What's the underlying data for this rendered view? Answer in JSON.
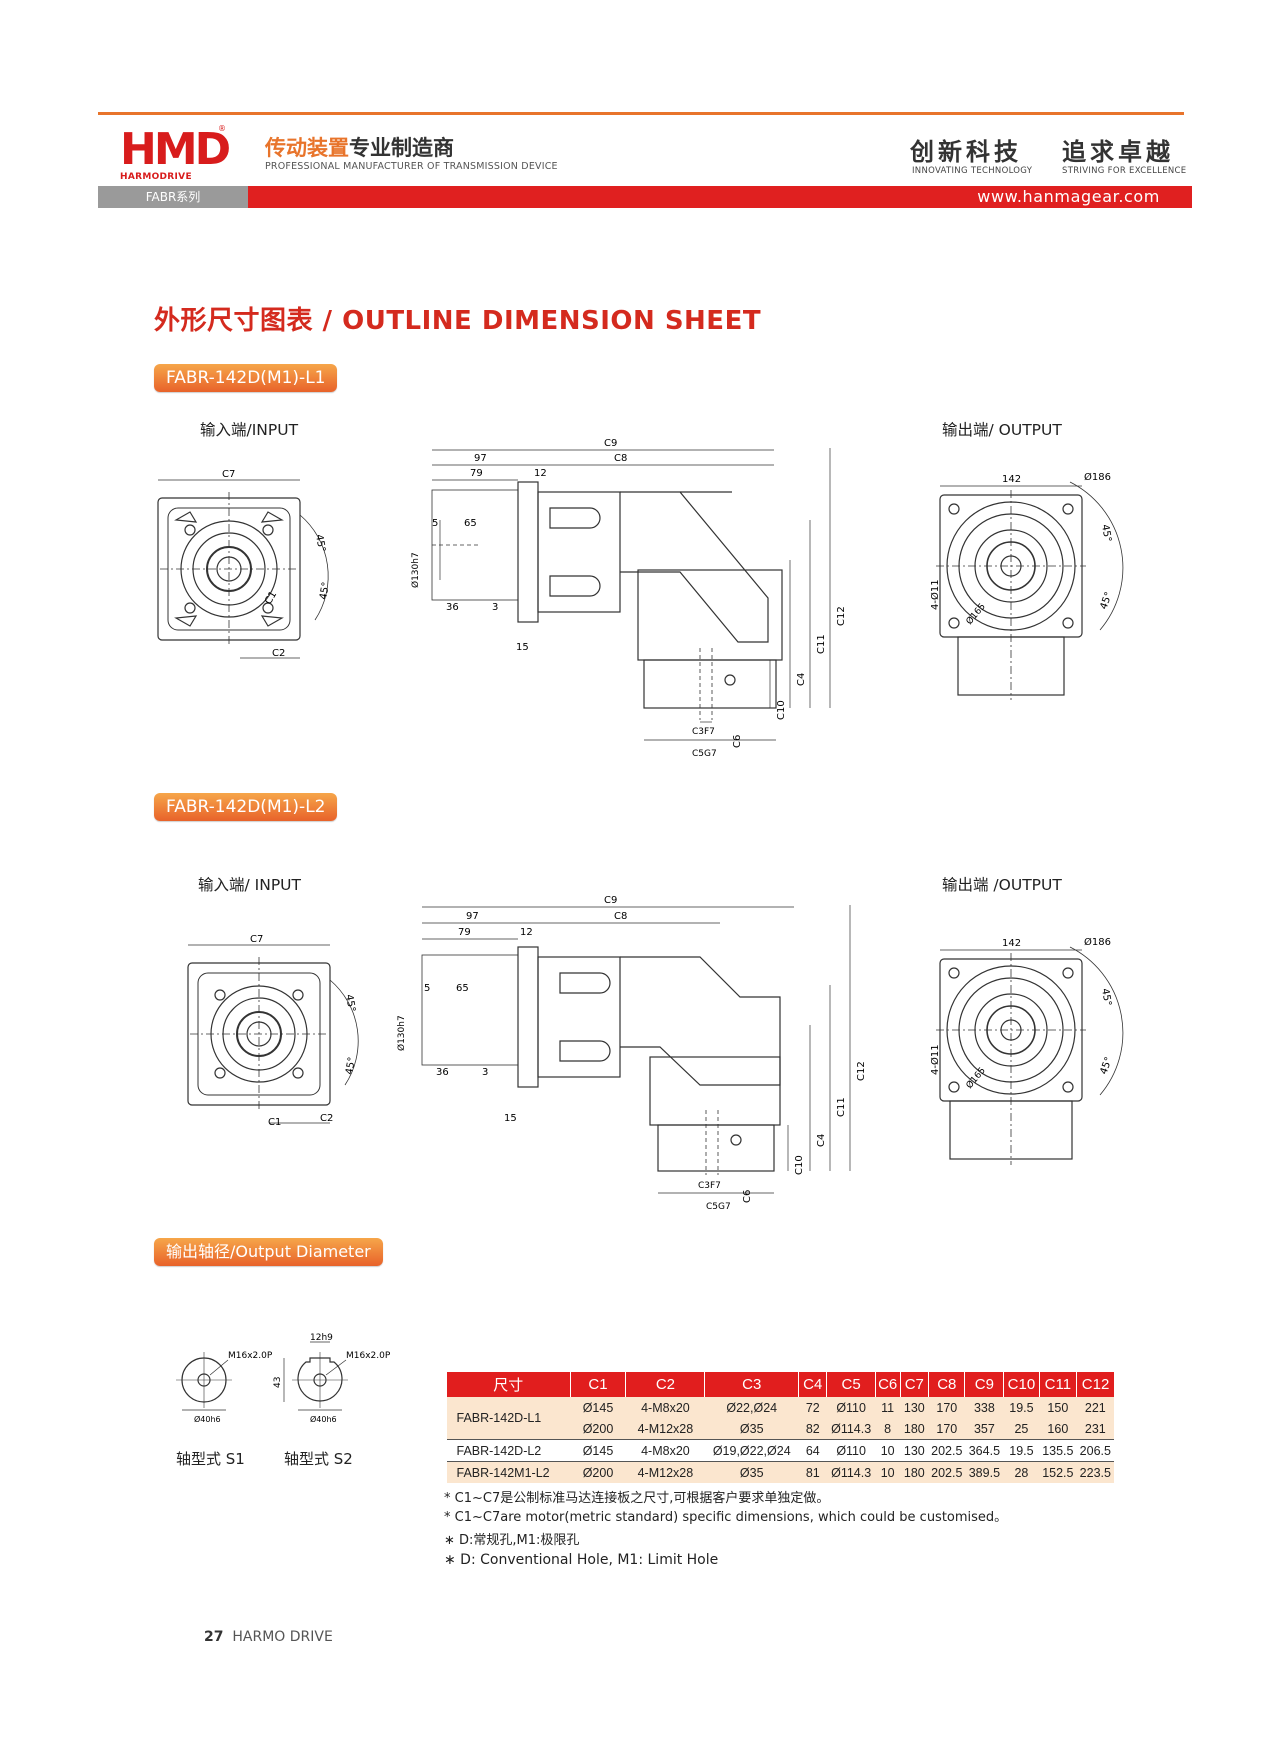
{
  "header": {
    "logo_text": "HMD",
    "logo_subtext": "HARMODRIVE",
    "logo_registered": "®",
    "tagline_cn_highlight": "传动装置",
    "tagline_cn_rest": "专业制造商",
    "tagline_en": "PROFESSIONAL MANUFACTURER OF TRANSMISSION DEVICE",
    "slogan1_cn": "创新科技",
    "slogan1_en": "INNOVATING TECHNOLOGY",
    "slogan2_cn": "追求卓越",
    "slogan2_en": "STRIVING FOR EXCELLENCE",
    "series": "FABR系列",
    "website": "www.hanmagear.com",
    "accent_orange": "#e8742b",
    "accent_red": "#e02020"
  },
  "section_title": "外形尺寸图表 / OUTLINE DIMENSION SHEET",
  "drawings": [
    {
      "model_label": "FABR-142D(M1)-L1",
      "input_label": "输入端/INPUT",
      "output_label": "输出端/ OUTPUT",
      "dims": {
        "c7": "C7",
        "c1": "C1",
        "c2": "C2",
        "angle": "45°",
        "c9": "C9",
        "d97": "97",
        "c8": "C8",
        "d79": "79",
        "d12": "12",
        "d5": "5",
        "d65": "65",
        "d130": "Ø130h7",
        "d36": "36",
        "d3": "3",
        "d15": "15",
        "c12": "C12",
        "c11": "C11",
        "c4": "C4",
        "c10": "C10",
        "c3": "C3F7",
        "c6": "C6",
        "c5": "C5G7",
        "d142": "142",
        "d186": "Ø186",
        "d4011": "4-Ø11",
        "d165": "Ø165"
      }
    },
    {
      "model_label": "FABR-142D(M1)-L2",
      "input_label": "输入端/ INPUT",
      "output_label": "输出端 /OUTPUT",
      "dims": {
        "c7": "C7",
        "c1": "C1",
        "c2": "C2",
        "angle": "45°",
        "c9": "C9",
        "d97": "97",
        "c8": "C8",
        "d79": "79",
        "d12": "12",
        "d5": "5",
        "d65": "65",
        "d130": "Ø130h7",
        "d36": "36",
        "d3": "3",
        "d15": "15",
        "c12": "C12",
        "c11": "C11",
        "c4": "C4",
        "c10": "C10",
        "c3": "C3F7",
        "c6": "C6",
        "c5": "C5G7",
        "d142": "142",
        "d186": "Ø186",
        "d4011": "4-Ø11",
        "d165": "Ø165"
      }
    }
  ],
  "output_diameter": {
    "label": "输出轴径/Output Diameter",
    "s1": {
      "thread": "M16x2.0P",
      "dia": "Ø40h6",
      "caption": "轴型式 S1"
    },
    "s2": {
      "thread": "M16x2.0P",
      "dia": "Ø40h6",
      "key": "12h9",
      "height": "43",
      "caption": "轴型式 S2"
    }
  },
  "table": {
    "headers": [
      "尺寸",
      "C1",
      "C2",
      "C3",
      "C4",
      "C5",
      "C6",
      "C7",
      "C8",
      "C9",
      "C10",
      "C11",
      "C12"
    ],
    "rows": [
      {
        "model": "FABR-142D-L1",
        "cells": [
          "Ø145",
          "4-M8x20",
          "Ø22,Ø24",
          "72",
          "Ø110",
          "11",
          "130",
          "170",
          "338",
          "19.5",
          "150",
          "221"
        ]
      },
      {
        "model": "",
        "cells": [
          "Ø200",
          "4-M12x28",
          "Ø35",
          "82",
          "Ø114.3",
          "8",
          "180",
          "170",
          "357",
          "25",
          "160",
          "231"
        ]
      },
      {
        "model": "FABR-142D-L2",
        "cells": [
          "Ø145",
          "4-M8x20",
          "Ø19,Ø22,Ø24",
          "64",
          "Ø110",
          "10",
          "130",
          "202.5",
          "364.5",
          "19.5",
          "135.5",
          "206.5"
        ]
      },
      {
        "model": "FABR-142M1-L2",
        "cells": [
          "Ø200",
          "4-M12x28",
          "Ø35",
          "81",
          "Ø114.3",
          "10",
          "180",
          "202.5",
          "389.5",
          "28",
          "152.5",
          "223.5"
        ]
      }
    ]
  },
  "notes": [
    "* C1~C7是公制标准马达连接板之尺寸,可根据客户要求单独定做。",
    "* C1~C7are motor(metric standard)  specific dimensions, which could be customised。",
    "∗ D:常规孔,M1:极限孔",
    "∗ D: Conventional Hole, M1: Limit Hole"
  ],
  "footer": {
    "page": "27",
    "brand": "HARMO DRIVE"
  }
}
